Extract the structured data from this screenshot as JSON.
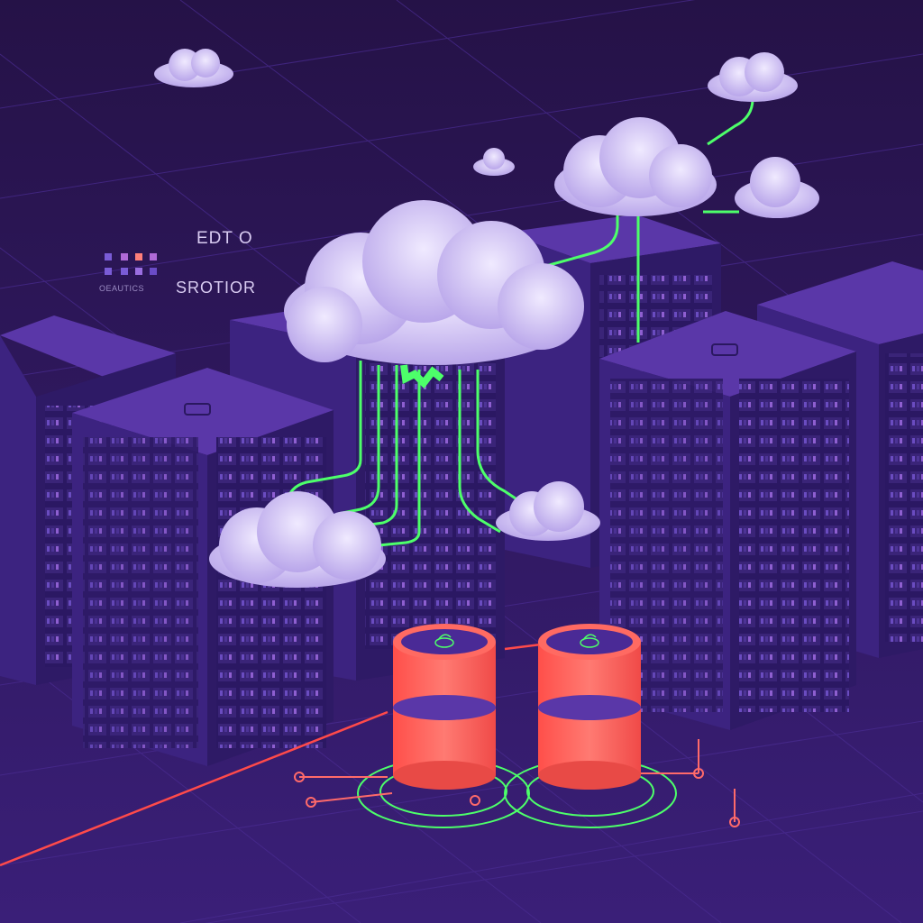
{
  "labels": {
    "top": "EDT  O",
    "main": "SROTIOR",
    "small": "OEAUTICS"
  },
  "colors": {
    "background": "#2a1656",
    "rack_front": "#3c2380",
    "rack_top": "#5a37a8",
    "rack_side": "#2e1a66",
    "cloud": "#d8ccf6",
    "cable": "#4dff6a",
    "database": "#ff5f5a",
    "laser": "#ff4a4a"
  },
  "legend_swatches": [
    "#7a5cd6",
    "#b06ad8",
    "#ff7f7a",
    "#b06ad8",
    "#7a5cd6",
    "#7a5cd6",
    "#9a6ee0",
    "#6a4cc6"
  ],
  "icons": [
    "server-rack-icon",
    "cloud-icon",
    "database-icon",
    "lock-icon"
  ]
}
